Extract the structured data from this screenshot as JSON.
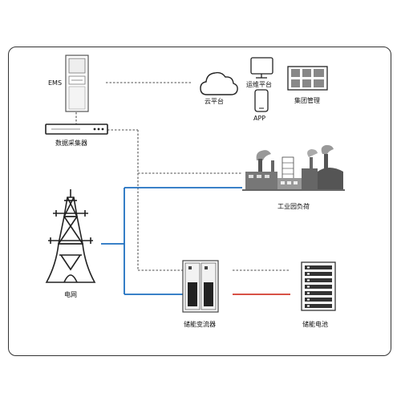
{
  "labels": {
    "ems": "EMS",
    "collector": "数据采集器",
    "cloud": "云平台",
    "ops": "运维平台",
    "group": "集团管理",
    "app": "APP",
    "industrial": "工业园负荷",
    "grid": "电网",
    "pcs": "储能变流器",
    "battery": "储能电池"
  },
  "colors": {
    "ac_line": "#1e6fc0",
    "dc_line": "#d33a2c",
    "comm_line": "#888888",
    "frame": "#333333"
  },
  "icons": {
    "cloud": "cloud-icon",
    "monitor": "monitor-icon",
    "phone": "phone-icon",
    "grid_panel": "dashboard-icon",
    "tower": "transmission-tower-icon",
    "factory": "factory-icon"
  }
}
